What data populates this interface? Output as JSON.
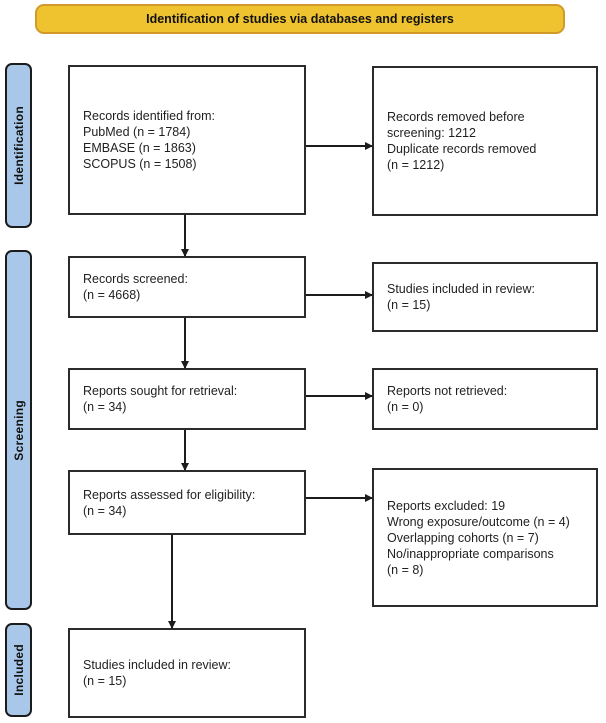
{
  "banner": {
    "label": "Identification of studies via databases and registers"
  },
  "stages": {
    "identification": {
      "label": "Identification"
    },
    "screening": {
      "label": "Screening"
    },
    "included": {
      "label": "Included"
    }
  },
  "boxes": {
    "records_identified": {
      "lines": [
        "Records identified from:",
        "PubMed (n = 1784)",
        "EMBASE (n = 1863)",
        "SCOPUS (n = 1508)"
      ]
    },
    "records_removed": {
      "lines": [
        "Records removed before",
        "screening: 1212",
        "Duplicate records removed",
        "(n = 1212)"
      ]
    },
    "records_screened": {
      "lines": [
        "Records screened:",
        "(n = 4668)"
      ]
    },
    "studies_included_review": {
      "lines": [
        "Studies included in review:",
        "(n = 15)"
      ]
    },
    "reports_sought": {
      "lines": [
        "Reports sought for retrieval:",
        "(n = 34)"
      ]
    },
    "reports_not_retrieved": {
      "lines": [
        "Reports not retrieved:",
        "(n = 0)"
      ]
    },
    "reports_assessed": {
      "lines": [
        "Reports assessed for eligibility:",
        "(n = 34)"
      ]
    },
    "reports_excluded": {
      "lines": [
        "Reports excluded: 19",
        "Wrong exposure/outcome (n = 4)",
        "Overlapping cohorts (n = 7)",
        "No/inappropriate comparisons",
        "(n = 8)"
      ]
    },
    "studies_included_final": {
      "lines": [
        "Studies included in review:",
        "(n = 15)"
      ]
    }
  },
  "colors": {
    "banner_fill": "#efc32f",
    "banner_border": "#d2992b",
    "stage_fill": "#a9c8e9",
    "box_border": "#2b2b2b",
    "arrow": "#1c1c1c"
  }
}
